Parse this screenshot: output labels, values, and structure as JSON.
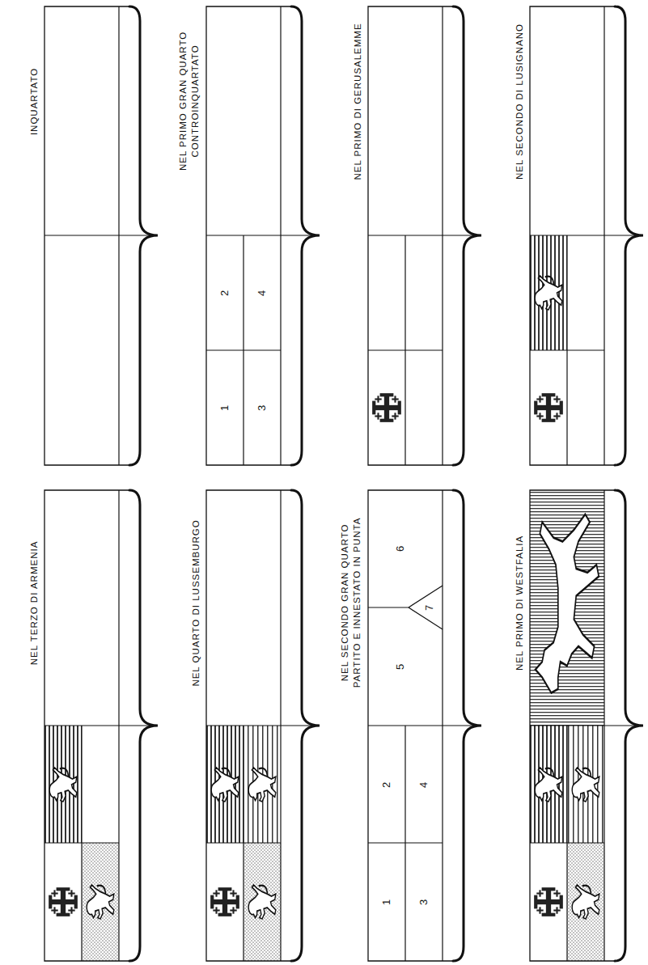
{
  "diagram": {
    "nodes": [
      {
        "text": [
          "INQUARTATO"
        ]
      },
      {
        "text": [
          "NEL PRIMO GRAN QUARTO CONTROINQUARTATO"
        ]
      },
      {
        "text": [
          "NEL PRIMO DI GERUSALEMME"
        ]
      },
      {
        "text": [
          "NEL SECONDO DI LUSIGNANO"
        ]
      },
      {
        "text": [
          "NEL TERZO DI ARMENIA"
        ]
      },
      {
        "text": [
          "NEL QUARTO DI LUSSEMBURGO"
        ]
      },
      {
        "text": [
          "NEL SECONDO GRAN QUARTO PARTITO E INNESTATO IN PUNTA"
        ]
      },
      {
        "text": [
          "NEL PRIMO DI WESTFALIA"
        ]
      }
    ],
    "labels": [
      "1",
      "2",
      "3",
      "4",
      "1",
      "2",
      "3",
      "4",
      "5",
      "6",
      "7"
    ]
  }
}
